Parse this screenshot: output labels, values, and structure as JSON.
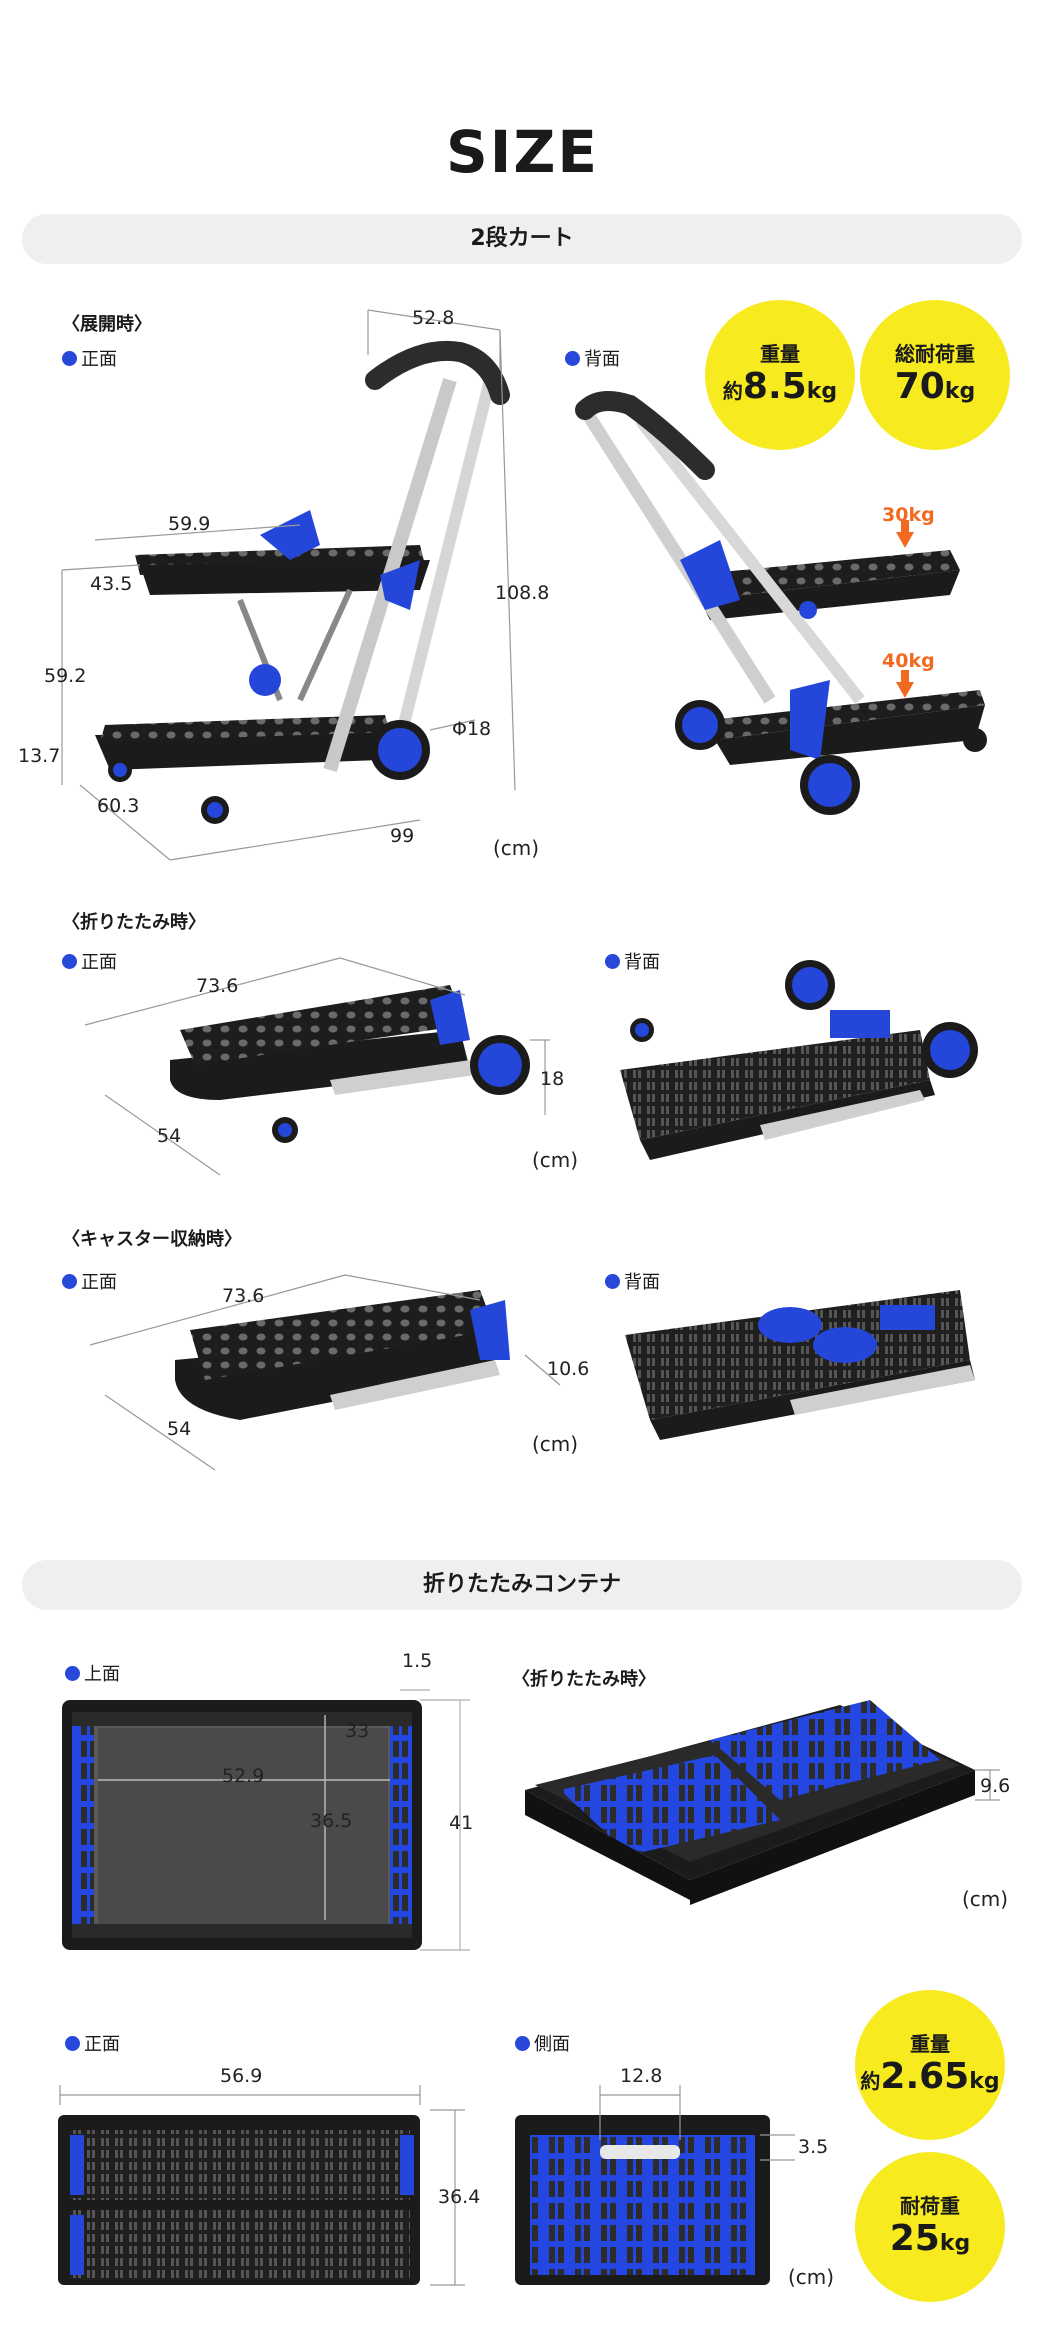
{
  "page": {
    "title": "SIZE"
  },
  "cart": {
    "section_label": "2段カート",
    "unfolded": {
      "state_label": "〈展開時〉",
      "front_label": "正面",
      "back_label": "背面",
      "dims": {
        "handle_width": "52.8",
        "upper_shelf_width": "59.9",
        "upper_shelf_depth": "43.5",
        "total_height": "108.8",
        "upper_shelf_height": "59.2",
        "lower_shelf_height": "13.7",
        "wheel_diameter": "Φ18",
        "depth": "60.3",
        "length": "99"
      },
      "unit": "(cm)",
      "upper_load": "30kg",
      "lower_load": "40kg"
    },
    "badges": {
      "weight_label": "重量",
      "weight_prefix": "約",
      "weight_value": "8.5",
      "weight_unit": "kg",
      "total_load_label": "総耐荷重",
      "total_load_value": "70",
      "total_load_unit": "kg"
    },
    "folded": {
      "state_label": "〈折りたたみ時〉",
      "front_label": "正面",
      "back_label": "背面",
      "dims": {
        "length": "73.6",
        "height": "18",
        "depth": "54"
      },
      "unit": "(cm)"
    },
    "caster_stowed": {
      "state_label": "〈キャスター収納時〉",
      "front_label": "正面",
      "back_label": "背面",
      "dims": {
        "length": "73.6",
        "height": "10.6",
        "depth": "54"
      },
      "unit": "(cm)"
    }
  },
  "container": {
    "section_label": "折りたたみコンテナ",
    "top_label": "上面",
    "top_dims": {
      "rim": "1.5",
      "inner_depth_small": "33",
      "inner_length": "52.9",
      "inner_width": "36.5",
      "outer_width": "41"
    },
    "folded_label": "〈折りたたみ時〉",
    "folded_dims": {
      "height": "9.6"
    },
    "unit": "(cm)",
    "front_label": "正面",
    "front_dims": {
      "length": "56.9",
      "height": "36.4"
    },
    "side_label": "側面",
    "side_dims": {
      "handle_width": "12.8",
      "handle_height": "3.5"
    },
    "unit2": "(cm)",
    "badges": {
      "weight_label": "重量",
      "weight_prefix": "約",
      "weight_value": "2.65",
      "weight_unit": "kg",
      "load_label": "耐荷重",
      "load_value": "25",
      "load_unit": "kg"
    }
  },
  "colors": {
    "accent_blue": "#2748d8",
    "badge_yellow": "#f7ea1f",
    "load_orange": "#f26a22",
    "band_gray": "#efefef"
  }
}
